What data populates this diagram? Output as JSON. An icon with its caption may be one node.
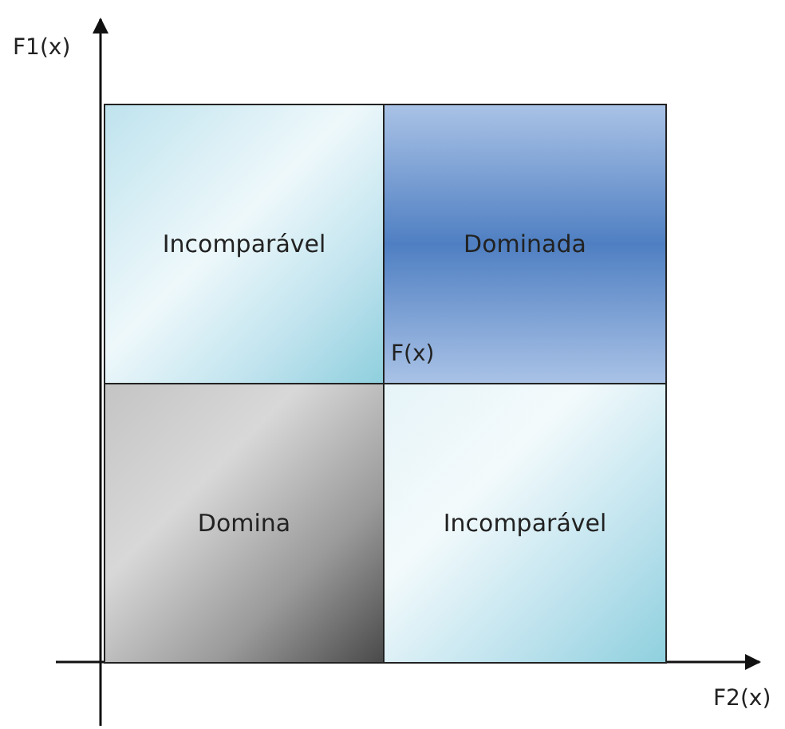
{
  "diagram": {
    "nodes": [
      {
        "text": [
          "Incomparável"
        ]
      },
      {
        "text": [
          "Dominada"
        ]
      },
      {
        "text": [
          "Domina"
        ]
      },
      {
        "text": [
          "Incomparável"
        ]
      }
    ],
    "labels": [
      "F1(x)",
      "F(x)",
      "F2(x)"
    ]
  }
}
